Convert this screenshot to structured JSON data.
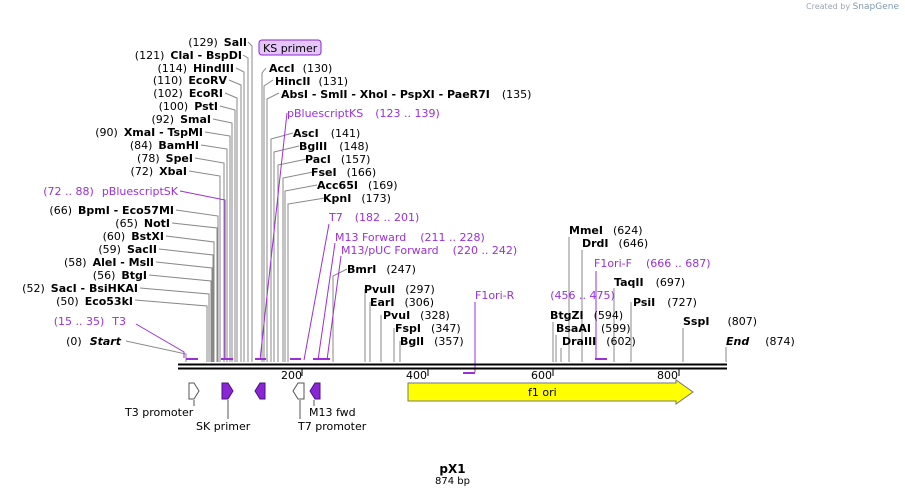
{
  "credit": {
    "prefix": "Created by",
    "brand": "SnapGene"
  },
  "plasmid": {
    "name": "pX1",
    "length_label": "874 bp"
  },
  "ruler": {
    "ticks": [
      "200",
      "400",
      "600",
      "800"
    ]
  },
  "ends": {
    "start": {
      "label": "Start",
      "pos": "(0)"
    },
    "end": {
      "label": "End",
      "pos": "(874)"
    }
  },
  "sites_left": [
    {
      "pos": "(129)",
      "name": "SalI"
    },
    {
      "pos": "(121)",
      "name": "ClaI  - BspDI"
    },
    {
      "pos": "(114)",
      "name": "HindIII"
    },
    {
      "pos": "(110)",
      "name": "EcoRV"
    },
    {
      "pos": "(102)",
      "name": "EcoRI"
    },
    {
      "pos": "(100)",
      "name": "PstI"
    },
    {
      "pos": "(92)",
      "name": "SmaI"
    },
    {
      "pos": "(90)",
      "name": "XmaI  - TspMI"
    },
    {
      "pos": "(84)",
      "name": "BamHI"
    },
    {
      "pos": "(78)",
      "name": "SpeI"
    },
    {
      "pos": "(72)",
      "name": "XbaI"
    },
    {
      "pos": "(66)",
      "name": "BpmI  - Eco57MI"
    },
    {
      "pos": "(65)",
      "name": "NotI"
    },
    {
      "pos": "(60)",
      "name": "BstXI"
    },
    {
      "pos": "(59)",
      "name": "SacII"
    },
    {
      "pos": "(58)",
      "name": "AleI  - MslI"
    },
    {
      "pos": "(56)",
      "name": "BtgI"
    },
    {
      "pos": "(52)",
      "name": "SacI  - BsiHKAI"
    },
    {
      "pos": "(50)",
      "name": "Eco53kI"
    }
  ],
  "sites_right": [
    {
      "name": "AccI",
      "pos": "(130)"
    },
    {
      "name": "HincII",
      "pos": "(131)"
    },
    {
      "name": "AbsI  - SmlI  - XhoI  - PspXI  - PaeR7I",
      "pos": "(135)"
    },
    {
      "name": "AscI",
      "pos": "(141)"
    },
    {
      "name": "BglII",
      "pos": "(148)"
    },
    {
      "name": "PacI",
      "pos": "(157)"
    },
    {
      "name": "FseI",
      "pos": "(166)"
    },
    {
      "name": "Acc65I",
      "pos": "(169)"
    },
    {
      "name": "KpnI",
      "pos": "(173)"
    },
    {
      "name": "BmrI",
      "pos": "(247)"
    },
    {
      "name": "PvuII",
      "pos": "(297)"
    },
    {
      "name": "EarI",
      "pos": "(306)"
    },
    {
      "name": "PvuI",
      "pos": "(328)"
    },
    {
      "name": "FspI",
      "pos": "(347)"
    },
    {
      "name": "BglI",
      "pos": "(357)"
    },
    {
      "name": "MmeI",
      "pos": "(624)"
    },
    {
      "name": "DrdI",
      "pos": "(646)"
    },
    {
      "name": "TaqII",
      "pos": "(697)"
    },
    {
      "name": "PsiI",
      "pos": "(727)"
    },
    {
      "name": "BtgZI",
      "pos": "(594)"
    },
    {
      "name": "BsaAI",
      "pos": "(599)"
    },
    {
      "name": "DraIII",
      "pos": "(602)"
    },
    {
      "name": "SspI",
      "pos": "(807)"
    }
  ],
  "primers": {
    "pBluescriptSK": {
      "range": "(72 .. 88)",
      "name": "pBluescriptSK"
    },
    "T3": {
      "range": "(15 .. 35)",
      "name": "T3"
    },
    "pBluescriptKS": {
      "name": "pBluescriptKS",
      "range": "(123 .. 139)"
    },
    "T7": {
      "name": "T7",
      "range": "(182 .. 201)"
    },
    "M13Forward": {
      "name": "M13 Forward",
      "range": "(211 .. 228)"
    },
    "M13pUCForward": {
      "name": "M13/pUC Forward",
      "range": "(220 .. 242)"
    },
    "F1oriR": {
      "name": "F1ori-R",
      "range": "(456 .. 475)"
    },
    "F1oriF": {
      "name": "F1ori-F",
      "range": "(666 .. 687)"
    },
    "KS_box": "KS primer"
  },
  "features": {
    "T3_promoter": "T3 promoter",
    "SK_primer": "SK primer",
    "T7_promoter": "T7 promoter",
    "M13_fwd": "M13 fwd",
    "f1_ori": "f1 ori"
  },
  "colors": {
    "primer": "#9c2fd8",
    "feature_primer": "#8a25d6",
    "f1ori": "#ffff00",
    "backbone": "#000000"
  }
}
